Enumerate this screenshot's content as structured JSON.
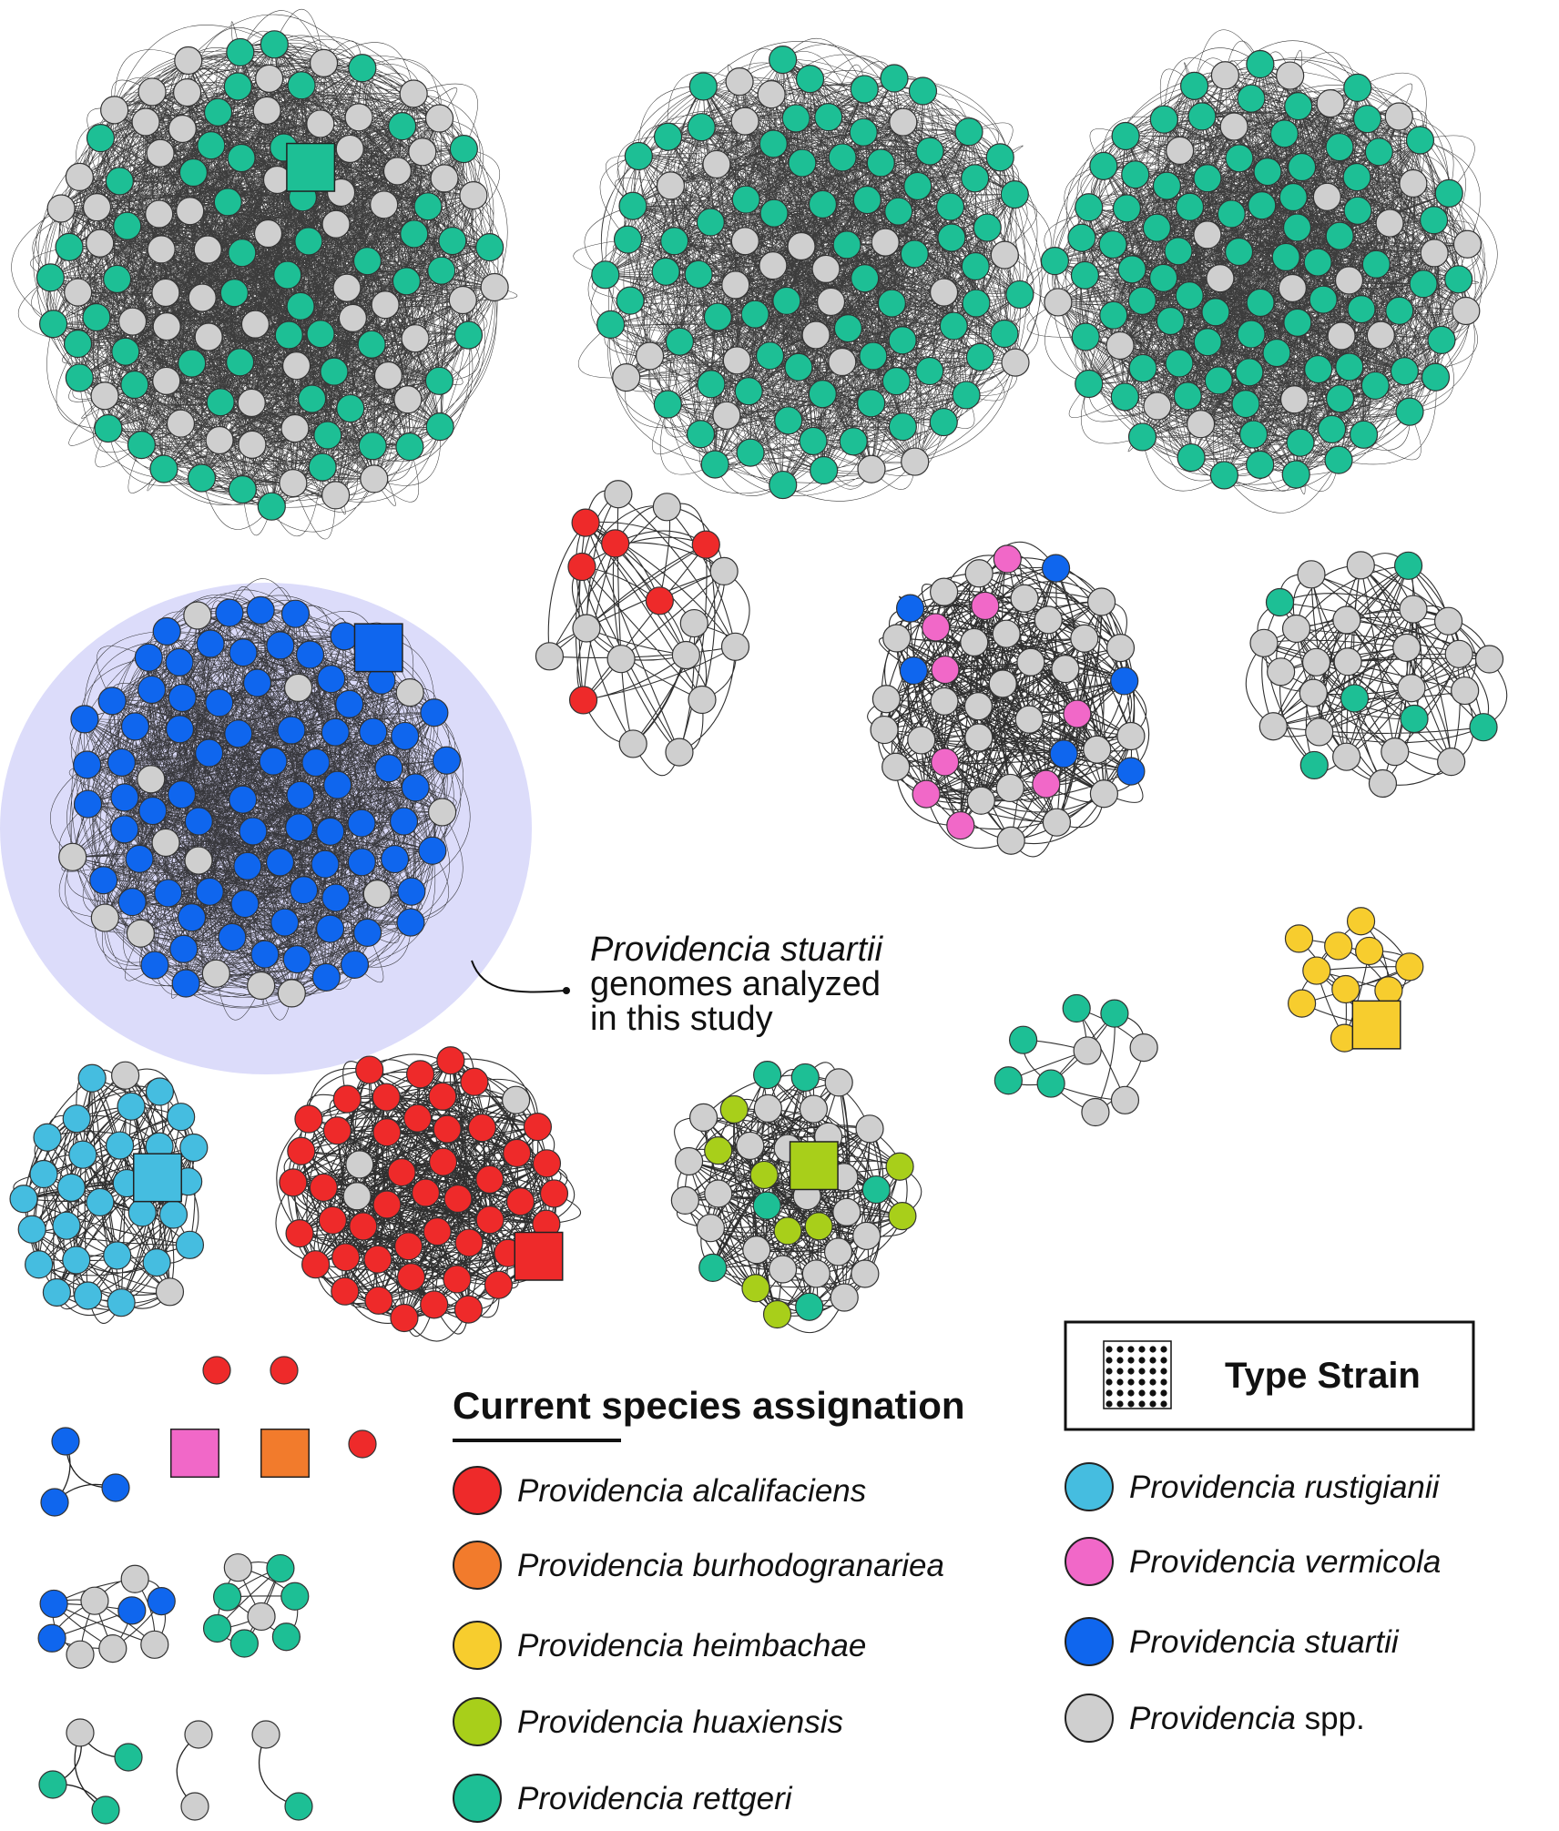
{
  "colors": {
    "alcalifaciens": "#ee2a2a",
    "burhodogranariea": "#f27b2c",
    "heimbachae": "#f7cd2e",
    "huaxiensis": "#a8cf1a",
    "rettgeri": "#1dbf95",
    "rustigianii": "#45bde0",
    "vermicola": "#f168c8",
    "stuartii": "#0f66ee",
    "spp": "#cfcfcf",
    "highlight": "#dcdcfa"
  },
  "annotation": {
    "line1": "Providencia stuartii",
    "line2": "genomes analyzed",
    "line3": "in this study"
  },
  "type_strain": {
    "label": "Type Strain",
    "icon": "dotted-square-icon"
  },
  "legend": {
    "title": "Current species assignation",
    "items": [
      {
        "key": "alcalifaciens",
        "genus": "Providencia",
        "species": "alcalifaciens",
        "suffix": ""
      },
      {
        "key": "burhodogranariea",
        "genus": "Providencia",
        "species": "burhodogranariea",
        "suffix": ""
      },
      {
        "key": "heimbachae",
        "genus": "Providencia",
        "species": "heimbachae",
        "suffix": ""
      },
      {
        "key": "huaxiensis",
        "genus": "Providencia",
        "species": "huaxiensis",
        "suffix": ""
      },
      {
        "key": "rettgeri",
        "genus": "Providencia",
        "species": "rettgeri",
        "suffix": ""
      },
      {
        "key": "rustigianii",
        "genus": "Providencia",
        "species": "rustigianii",
        "suffix": ""
      },
      {
        "key": "vermicola",
        "genus": "Providencia",
        "species": "vermicola",
        "suffix": ""
      },
      {
        "key": "stuartii",
        "genus": "Providencia",
        "species": "stuartii",
        "suffix": ""
      },
      {
        "key": "spp",
        "genus": "Providencia",
        "species": "",
        "suffix": "spp."
      }
    ]
  },
  "clusters": [
    {
      "id": "rettgeri-1",
      "counts": {
        "rettgeri": 60,
        "spp": 58
      },
      "type_strain": "rettgeri",
      "density": "dense"
    },
    {
      "id": "rettgeri-2",
      "counts": {
        "rettgeri": 76,
        "spp": 24
      },
      "type_strain": "",
      "density": "dense"
    },
    {
      "id": "rettgeri-3",
      "counts": {
        "rettgeri": 88,
        "spp": 24
      },
      "type_strain": "",
      "density": "dense"
    },
    {
      "id": "stuartii-main",
      "counts": {
        "stuartii": 78,
        "spp": 14
      },
      "type_strain": "stuartii",
      "density": "dense",
      "highlighted": true
    },
    {
      "id": "alcalifaciens-small",
      "counts": {
        "alcalifaciens": 6,
        "spp": 12
      },
      "type_strain": "",
      "density": "sparse"
    },
    {
      "id": "vermicola-mixed",
      "counts": {
        "vermicola": 9,
        "stuartii": 6,
        "spp": 28
      },
      "type_strain": "",
      "density": "medium"
    },
    {
      "id": "spp-rettgeri-mixed",
      "counts": {
        "spp": 22,
        "rettgeri": 6
      },
      "type_strain": "",
      "density": "medium"
    },
    {
      "id": "heimbachae",
      "counts": {
        "heimbachae": 10
      },
      "type_strain": "heimbachae",
      "density": "sparse"
    },
    {
      "id": "rettgeri-small",
      "counts": {
        "rettgeri": 5,
        "spp": 4
      },
      "type_strain": "",
      "density": "sparse"
    },
    {
      "id": "rustigianii",
      "counts": {
        "rustigianii": 28,
        "spp": 2
      },
      "type_strain": "rustigianii",
      "density": "medium"
    },
    {
      "id": "alcalifaciens-main",
      "counts": {
        "alcalifaciens": 48,
        "spp": 3
      },
      "type_strain": "alcalifaciens",
      "density": "medium"
    },
    {
      "id": "huaxiensis-mixed",
      "counts": {
        "huaxiensis": 9,
        "rettgeri": 6,
        "spp": 22
      },
      "type_strain": "huaxiensis",
      "density": "medium"
    },
    {
      "id": "singleton-alcalifaciens-a",
      "counts": {
        "alcalifaciens": 1
      },
      "type_strain": "",
      "density": "none"
    },
    {
      "id": "singleton-alcalifaciens-b",
      "counts": {
        "alcalifaciens": 1
      },
      "type_strain": "",
      "density": "none"
    },
    {
      "id": "singleton-alcalifaciens-c",
      "counts": {
        "alcalifaciens": 1
      },
      "type_strain": "",
      "density": "none"
    },
    {
      "id": "singleton-vermicola-ts",
      "counts": {
        "vermicola": 1
      },
      "type_strain": "vermicola",
      "density": "none"
    },
    {
      "id": "singleton-burhodogranariea-ts",
      "counts": {
        "burhodogranariea": 1
      },
      "type_strain": "burhodogranariea",
      "density": "none"
    },
    {
      "id": "stuartii-trio",
      "counts": {
        "stuartii": 3
      },
      "type_strain": "",
      "density": "sparse"
    },
    {
      "id": "stuartii-spp-small",
      "counts": {
        "stuartii": 4,
        "spp": 5
      },
      "type_strain": "",
      "density": "sparse"
    },
    {
      "id": "rettgeri-spp-small",
      "counts": {
        "rettgeri": 6,
        "spp": 2
      },
      "type_strain": "",
      "density": "sparse"
    },
    {
      "id": "rettgeri-spp-quad",
      "counts": {
        "rettgeri": 3,
        "spp": 1
      },
      "type_strain": "",
      "density": "sparse"
    },
    {
      "id": "spp-pair",
      "counts": {
        "spp": 2
      },
      "type_strain": "",
      "density": "sparse"
    },
    {
      "id": "spp-rettgeri-pair",
      "counts": {
        "spp": 1,
        "rettgeri": 1
      },
      "type_strain": "",
      "density": "sparse"
    }
  ]
}
